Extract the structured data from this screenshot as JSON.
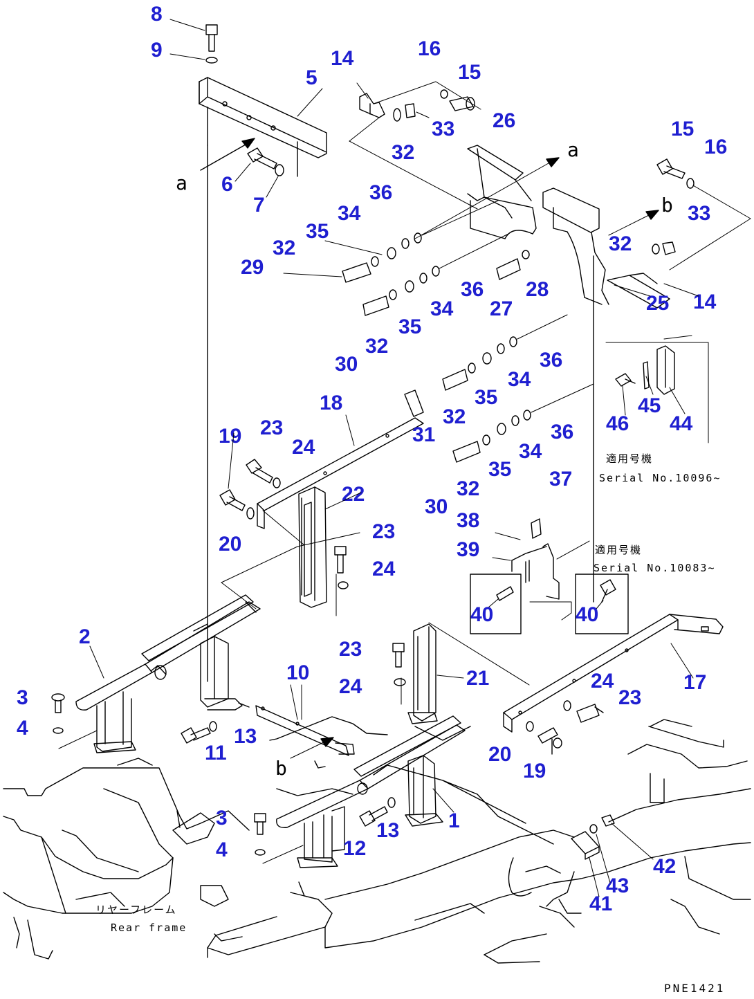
{
  "diagram": {
    "drawing_code": "PNE1421",
    "frame_label_jp": "リヤーフレーム",
    "frame_label_en": "Rear frame",
    "serial_note_1_jp": "適用号機",
    "serial_note_1_en": "Serial No.10096~",
    "serial_note_2_jp": "適用号機",
    "serial_note_2_en": "Serial No.10083~",
    "callout_letters": [
      {
        "id": "a-left",
        "text": "a"
      },
      {
        "id": "a-right",
        "text": "a"
      },
      {
        "id": "b-right",
        "text": "b"
      },
      {
        "id": "b-lower",
        "text": "b"
      }
    ],
    "part_numbers": [
      {
        "id": "p8",
        "text": "8"
      },
      {
        "id": "p9",
        "text": "9"
      },
      {
        "id": "p5",
        "text": "5"
      },
      {
        "id": "p6",
        "text": "6"
      },
      {
        "id": "p7",
        "text": "7"
      },
      {
        "id": "p14a",
        "text": "14"
      },
      {
        "id": "p16a",
        "text": "16"
      },
      {
        "id": "p15a",
        "text": "15"
      },
      {
        "id": "p33a",
        "text": "33"
      },
      {
        "id": "p32a",
        "text": "32"
      },
      {
        "id": "p26",
        "text": "26"
      },
      {
        "id": "p15b",
        "text": "15"
      },
      {
        "id": "p16b",
        "text": "16"
      },
      {
        "id": "p33b",
        "text": "33"
      },
      {
        "id": "p36a",
        "text": "36"
      },
      {
        "id": "p34a",
        "text": "34"
      },
      {
        "id": "p35a",
        "text": "35"
      },
      {
        "id": "p32b",
        "text": "32"
      },
      {
        "id": "p29",
        "text": "29"
      },
      {
        "id": "p32c",
        "text": "32"
      },
      {
        "id": "p36b",
        "text": "36"
      },
      {
        "id": "p28",
        "text": "28"
      },
      {
        "id": "p34b",
        "text": "34"
      },
      {
        "id": "p27",
        "text": "27"
      },
      {
        "id": "p35b",
        "text": "35"
      },
      {
        "id": "p32d",
        "text": "32"
      },
      {
        "id": "p30a",
        "text": "30"
      },
      {
        "id": "p25",
        "text": "25"
      },
      {
        "id": "p14b",
        "text": "14"
      },
      {
        "id": "p36c",
        "text": "36"
      },
      {
        "id": "p34c",
        "text": "34"
      },
      {
        "id": "p35c",
        "text": "35"
      },
      {
        "id": "p32e",
        "text": "32"
      },
      {
        "id": "p31",
        "text": "31"
      },
      {
        "id": "p18",
        "text": "18"
      },
      {
        "id": "p46",
        "text": "46"
      },
      {
        "id": "p45",
        "text": "45"
      },
      {
        "id": "p44",
        "text": "44"
      },
      {
        "id": "p19a",
        "text": "19"
      },
      {
        "id": "p23a",
        "text": "23"
      },
      {
        "id": "p24a",
        "text": "24"
      },
      {
        "id": "p36d",
        "text": "36"
      },
      {
        "id": "p34d",
        "text": "34"
      },
      {
        "id": "p35d",
        "text": "35"
      },
      {
        "id": "p32f",
        "text": "32"
      },
      {
        "id": "p30b",
        "text": "30"
      },
      {
        "id": "p22",
        "text": "22"
      },
      {
        "id": "p20a",
        "text": "20"
      },
      {
        "id": "p37",
        "text": "37"
      },
      {
        "id": "p38",
        "text": "38"
      },
      {
        "id": "p39",
        "text": "39"
      },
      {
        "id": "p23b",
        "text": "23"
      },
      {
        "id": "p24b",
        "text": "24"
      },
      {
        "id": "p40a",
        "text": "40"
      },
      {
        "id": "p40b",
        "text": "40"
      },
      {
        "id": "p2",
        "text": "2"
      },
      {
        "id": "p10",
        "text": "10"
      },
      {
        "id": "p23c",
        "text": "23"
      },
      {
        "id": "p21",
        "text": "21"
      },
      {
        "id": "p17",
        "text": "17"
      },
      {
        "id": "p24c",
        "text": "24"
      },
      {
        "id": "p3a",
        "text": "3"
      },
      {
        "id": "p4a",
        "text": "4"
      },
      {
        "id": "p24d",
        "text": "24"
      },
      {
        "id": "p23d",
        "text": "23"
      },
      {
        "id": "p11",
        "text": "11"
      },
      {
        "id": "p13a",
        "text": "13"
      },
      {
        "id": "p20b",
        "text": "20"
      },
      {
        "id": "p19b",
        "text": "19"
      },
      {
        "id": "p1",
        "text": "1"
      },
      {
        "id": "p13b",
        "text": "13"
      },
      {
        "id": "p3b",
        "text": "3"
      },
      {
        "id": "p12",
        "text": "12"
      },
      {
        "id": "p4b",
        "text": "4"
      },
      {
        "id": "p42",
        "text": "42"
      },
      {
        "id": "p43",
        "text": "43"
      },
      {
        "id": "p41",
        "text": "41"
      }
    ]
  }
}
